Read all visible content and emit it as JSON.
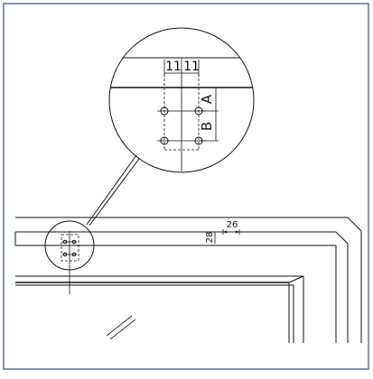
{
  "dimensions": {
    "left_11": "11",
    "right_11": "11",
    "label_a": "A",
    "label_b": "B",
    "width_26": "26",
    "height_28": "28"
  }
}
